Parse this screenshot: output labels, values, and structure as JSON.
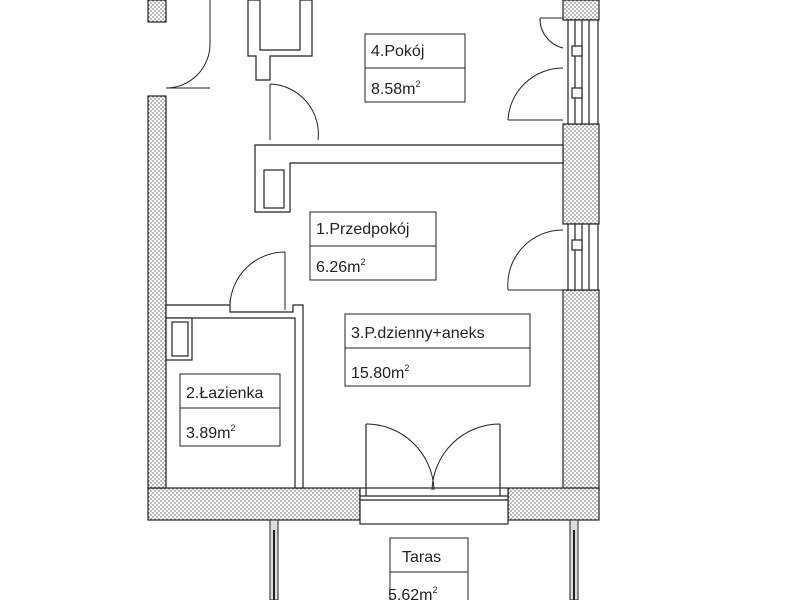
{
  "rooms": [
    {
      "name": "4.Pokój",
      "area": "8.58m",
      "unit_exp": "2"
    },
    {
      "name": "1.Przedpokój",
      "area": "6.26m",
      "unit_exp": "2"
    },
    {
      "name": "3.P.dzienny+aneks",
      "area": "15.80m",
      "unit_exp": "2"
    },
    {
      "name": "2.Łazienka",
      "area": "3.89m",
      "unit_exp": "2"
    },
    {
      "name": "Taras",
      "area": "5.62m",
      "unit_exp": "2"
    }
  ],
  "colors": {
    "wall_line": "#222222",
    "wall_hatch": "#555555",
    "background": "#ffffff"
  }
}
